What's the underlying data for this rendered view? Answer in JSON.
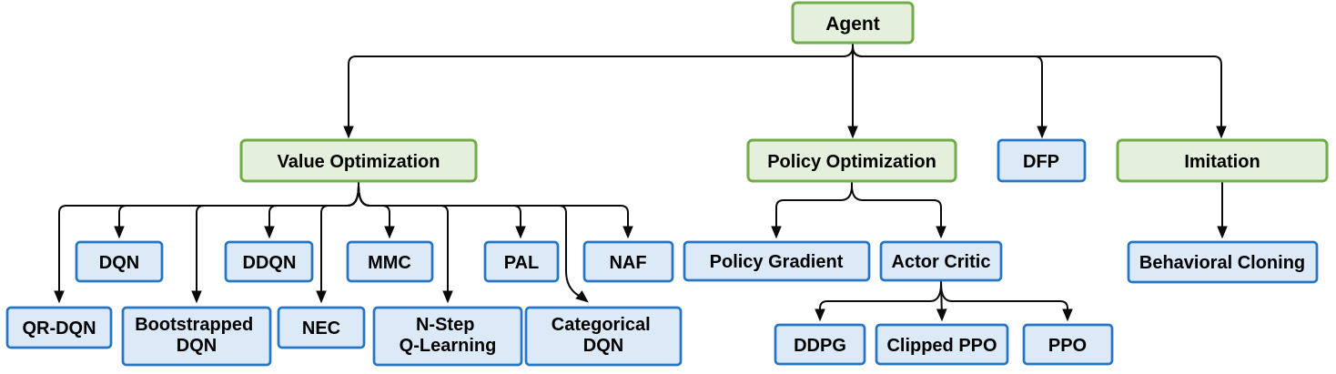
{
  "colors": {
    "background": "#FFFFFF",
    "category_fill": "#E5F0DC",
    "category_border": "#70AD47",
    "algorithm_fill": "#DCEAF7",
    "algorithm_border": "#2776C6",
    "connector": "#0A0A0A",
    "text": "#000000"
  },
  "nodes": {
    "agent": {
      "label": "Agent",
      "type": "category"
    },
    "value_optimization": {
      "label": "Value Optimization",
      "type": "category"
    },
    "policy_optimization": {
      "label": "Policy Optimization",
      "type": "category"
    },
    "dfp": {
      "label": "DFP",
      "type": "algorithm"
    },
    "imitation": {
      "label": "Imitation",
      "type": "category"
    },
    "dqn": {
      "label": "DQN",
      "type": "algorithm"
    },
    "ddqn": {
      "label": "DDQN",
      "type": "algorithm"
    },
    "mmc": {
      "label": "MMC",
      "type": "algorithm"
    },
    "pal": {
      "label": "PAL",
      "type": "algorithm"
    },
    "naf": {
      "label": "NAF",
      "type": "algorithm"
    },
    "qr_dqn": {
      "label": "QR-DQN",
      "type": "algorithm"
    },
    "bootstrapped_dqn": {
      "label": "Bootstrapped DQN",
      "line1": "Bootstrapped",
      "line2": "DQN",
      "type": "algorithm"
    },
    "nec": {
      "label": "NEC",
      "type": "algorithm"
    },
    "n_step_q_learning": {
      "label": "N-Step Q-Learning",
      "line1": "N-Step",
      "line2": "Q-Learning",
      "type": "algorithm"
    },
    "categorical_dqn": {
      "label": "Categorical DQN",
      "line1": "Categorical",
      "line2": "DQN",
      "type": "algorithm"
    },
    "policy_gradient": {
      "label": "Policy Gradient",
      "type": "algorithm"
    },
    "actor_critic": {
      "label": "Actor Critic",
      "type": "algorithm"
    },
    "behavioral_cloning": {
      "label": "Behavioral Cloning",
      "type": "algorithm"
    },
    "ddpg": {
      "label": "DDPG",
      "type": "algorithm"
    },
    "clipped_ppo": {
      "label": "Clipped PPO",
      "type": "algorithm"
    },
    "ppo": {
      "label": "PPO",
      "type": "algorithm"
    }
  },
  "hierarchy": {
    "Agent": [
      "Value Optimization",
      "Policy Optimization",
      "DFP",
      "Imitation"
    ],
    "Value Optimization": [
      "QR-DQN",
      "DQN",
      "Bootstrapped DQN",
      "DDQN",
      "NEC",
      "MMC",
      "N-Step Q-Learning",
      "PAL",
      "Categorical DQN",
      "NAF"
    ],
    "Policy Optimization": [
      "Policy Gradient",
      "Actor Critic"
    ],
    "Actor Critic": [
      "DDPG",
      "Clipped PPO",
      "PPO"
    ],
    "Imitation": [
      "Behavioral Cloning"
    ]
  }
}
